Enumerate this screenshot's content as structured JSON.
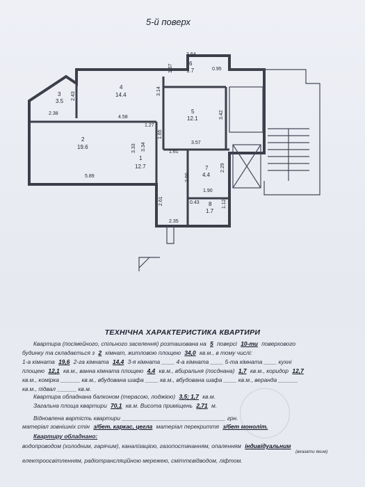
{
  "floor_title": "5-й поверх",
  "plan": {
    "dims": [
      "3.64",
      "1.37",
      "0.95",
      "3.14",
      "3.42",
      "2.43",
      "2.38",
      "4.58",
      "1.27",
      "1.65",
      "3.33",
      "3.34",
      "3.57",
      "1.61",
      "2.29",
      "2.90",
      "1.90",
      "0.43",
      "1.12",
      "2.61",
      "5.89",
      "2.35"
    ],
    "rooms": [
      {
        "num": "1",
        "area": "12.7"
      },
      {
        "num": "2",
        "area": "19.6"
      },
      {
        "num": "3",
        "area": "3.5"
      },
      {
        "num": "4",
        "area": "14.4"
      },
      {
        "num": "5",
        "area": "12.1"
      },
      {
        "num": "6",
        "area": "1.7"
      },
      {
        "num": "7",
        "area": "4.4"
      },
      {
        "num": "8",
        "area": "1.7"
      }
    ]
  },
  "spec_title": "ТЕХНІЧНА ХАРАКТЕРИСТИКА КВАРТИРИ",
  "form": {
    "l1_a": "Квартира (посімейного, спільного заселення) розташована на",
    "l1_floor": "5",
    "l1_b": "поверсі",
    "l1_total": "10-ти",
    "l1_c": "поверхового",
    "l2_a": "будинку та складається з",
    "l2_rooms": "2",
    "l2_b": "кімнат, житловою площею",
    "l2_living": "34,0",
    "l2_c": "кв.м., в тому числі:",
    "l3_a": "1-а кімната",
    "l3_r1": "19,6",
    "l3_b": "2-га кімната",
    "l3_r2": "14,4",
    "l3_c": "3-я кімната ____ 4-а кімната ____ 5-та кімната ____ кухні",
    "l4_a": "площею",
    "l4_kitchen": "12,1",
    "l4_b": "кв.м., ванна кімната площею",
    "l4_bath": "4,4",
    "l4_c": "кв.м., вбиральня (посднана)",
    "l4_wc": "1,7",
    "l4_d": "кв.м., коридор",
    "l4_corr": "12,7",
    "l5": "кв.м., комірка ______ кв.м., вбудована шафа ____ кв.м., вбудована шафа ____ кв.м., веранда ______",
    "l6": "кв.м., підвал ______ кв.м.",
    "l7_a": "Квартира обладнана балконом (терасою, лоджією)",
    "l7_val": "3,5; 1,7",
    "l7_b": "кв.м.",
    "l8_a": "Загальна площа квартири",
    "l8_total": "70,1",
    "l8_b": "кв.м. Висота приміщень",
    "l8_height": "2,71",
    "l8_c": "м.",
    "l9": "Відновлена вартість квартири ________________________________ грн.",
    "l10_a": "матеріал зовнішніх стін",
    "l10_walls": "з/бет. каркас, цегла",
    "l10_b": "матеріал перекриття",
    "l10_floor": "з/бет моноліт.",
    "l11": "Квартиру обладнано:",
    "l12_a": "водопроводом (холодним, гарячим), каналізацією, газопостачанням, опаленням",
    "l12_heat": "індивідуальним",
    "l12_note": "(вказати яким)",
    "l13": "електроосвітленням, радіотрансляційною мережею, сміттєвідводом, ліфтом."
  }
}
